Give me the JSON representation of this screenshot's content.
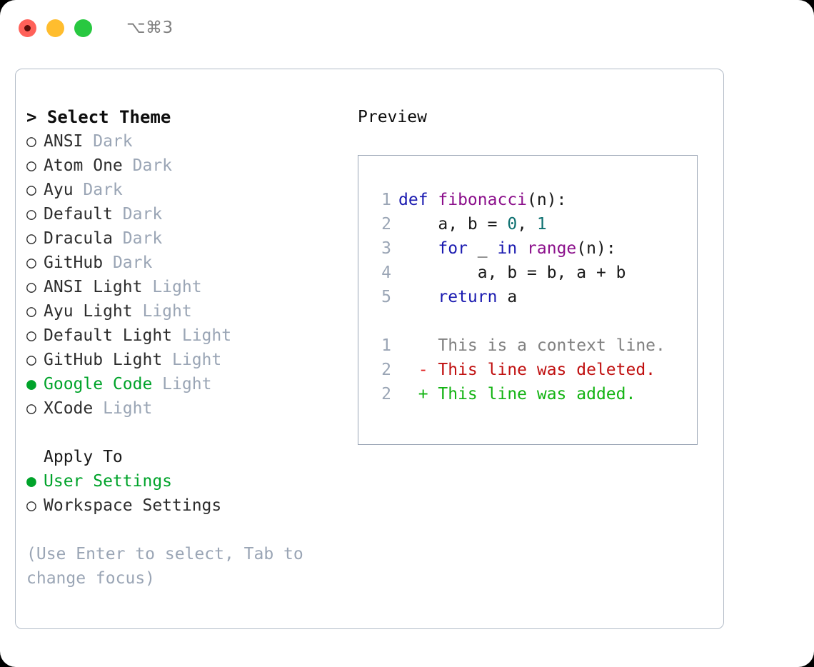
{
  "titlebar": {
    "shortcut": "⌥⌘3",
    "buttons": {
      "close": "close",
      "minimize": "minimize",
      "maximize": "maximize"
    }
  },
  "theme_picker": {
    "header": "> Select Theme",
    "bullet_unselected": "○",
    "bullet_selected": "●",
    "items": [
      {
        "name": "ANSI",
        "variant": "Dark",
        "selected": false
      },
      {
        "name": "Atom One",
        "variant": "Dark",
        "selected": false
      },
      {
        "name": "Ayu",
        "variant": "Dark",
        "selected": false
      },
      {
        "name": "Default",
        "variant": "Dark",
        "selected": false
      },
      {
        "name": "Dracula",
        "variant": "Dark",
        "selected": false
      },
      {
        "name": "GitHub",
        "variant": "Dark",
        "selected": false
      },
      {
        "name": "ANSI Light",
        "variant": "Light",
        "selected": false
      },
      {
        "name": "Ayu Light",
        "variant": "Light",
        "selected": false
      },
      {
        "name": "Default Light",
        "variant": "Light",
        "selected": false
      },
      {
        "name": "GitHub Light",
        "variant": "Light",
        "selected": false
      },
      {
        "name": "Google Code",
        "variant": "Light",
        "selected": true
      },
      {
        "name": "XCode",
        "variant": "Light",
        "selected": false
      }
    ]
  },
  "apply_to": {
    "header": "Apply To",
    "items": [
      {
        "name": "User Settings",
        "selected": true
      },
      {
        "name": "Workspace Settings",
        "selected": false
      }
    ]
  },
  "hint": "(Use Enter to select, Tab to change focus)",
  "preview": {
    "header": "Preview",
    "code_lines": [
      {
        "no": "1",
        "tokens": [
          {
            "t": "def ",
            "c": "kw"
          },
          {
            "t": "fibonacci",
            "c": "fn"
          },
          {
            "t": "(n):",
            "c": "plain"
          }
        ]
      },
      {
        "no": "2",
        "tokens": [
          {
            "t": "    a, b = ",
            "c": "plain"
          },
          {
            "t": "0",
            "c": "num"
          },
          {
            "t": ", ",
            "c": "plain"
          },
          {
            "t": "1",
            "c": "num"
          }
        ]
      },
      {
        "no": "3",
        "tokens": [
          {
            "t": "    ",
            "c": "plain"
          },
          {
            "t": "for",
            "c": "kw"
          },
          {
            "t": " _ ",
            "c": "plain"
          },
          {
            "t": "in",
            "c": "kw"
          },
          {
            "t": " ",
            "c": "plain"
          },
          {
            "t": "range",
            "c": "fn"
          },
          {
            "t": "(n):",
            "c": "plain"
          }
        ]
      },
      {
        "no": "4",
        "tokens": [
          {
            "t": "        a, b = b, a + b",
            "c": "plain"
          }
        ]
      },
      {
        "no": "5",
        "tokens": [
          {
            "t": "    ",
            "c": "plain"
          },
          {
            "t": "return",
            "c": "kw"
          },
          {
            "t": " a",
            "c": "plain"
          }
        ]
      }
    ],
    "diff_lines": [
      {
        "no": "1",
        "marker": " ",
        "text": " This is a context line.",
        "kind": "context"
      },
      {
        "no": "2",
        "marker": "-",
        "text": " This line was deleted.",
        "kind": "del"
      },
      {
        "no": "2",
        "marker": "+",
        "text": " This line was added.",
        "kind": "add"
      }
    ]
  },
  "colors": {
    "accent_green": "#00a32a",
    "variant_gray": "#9aa5b5",
    "keyword_blue": "#1a1ab0",
    "function_purple": "#8b0f8b",
    "number_teal": "#0d7070",
    "diff_del_red": "#c01010",
    "diff_add_green": "#12b312",
    "panel_border": "#b3bcc8"
  }
}
